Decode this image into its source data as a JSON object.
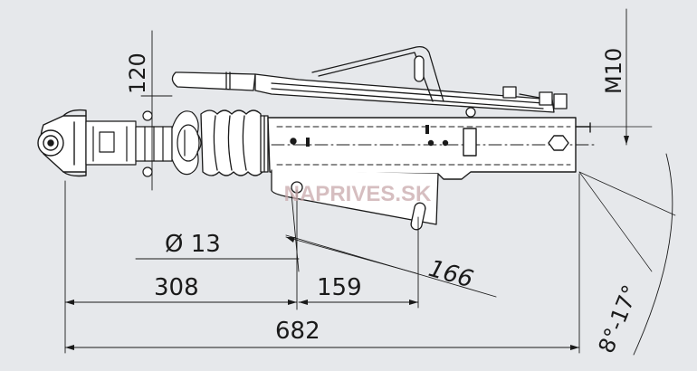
{
  "dimensions": {
    "height_120": "120",
    "thread_m10": "M10",
    "hole_diameter": "Ø 13",
    "len_308": "308",
    "len_159": "159",
    "len_166": "166",
    "total_682": "682",
    "angle_range": "8°-17°"
  },
  "watermark": "NAPRIVES.SK",
  "colors": {
    "background": "#e6e8eb",
    "line": "#1a1a1a",
    "watermark": "#c9a9ab"
  }
}
